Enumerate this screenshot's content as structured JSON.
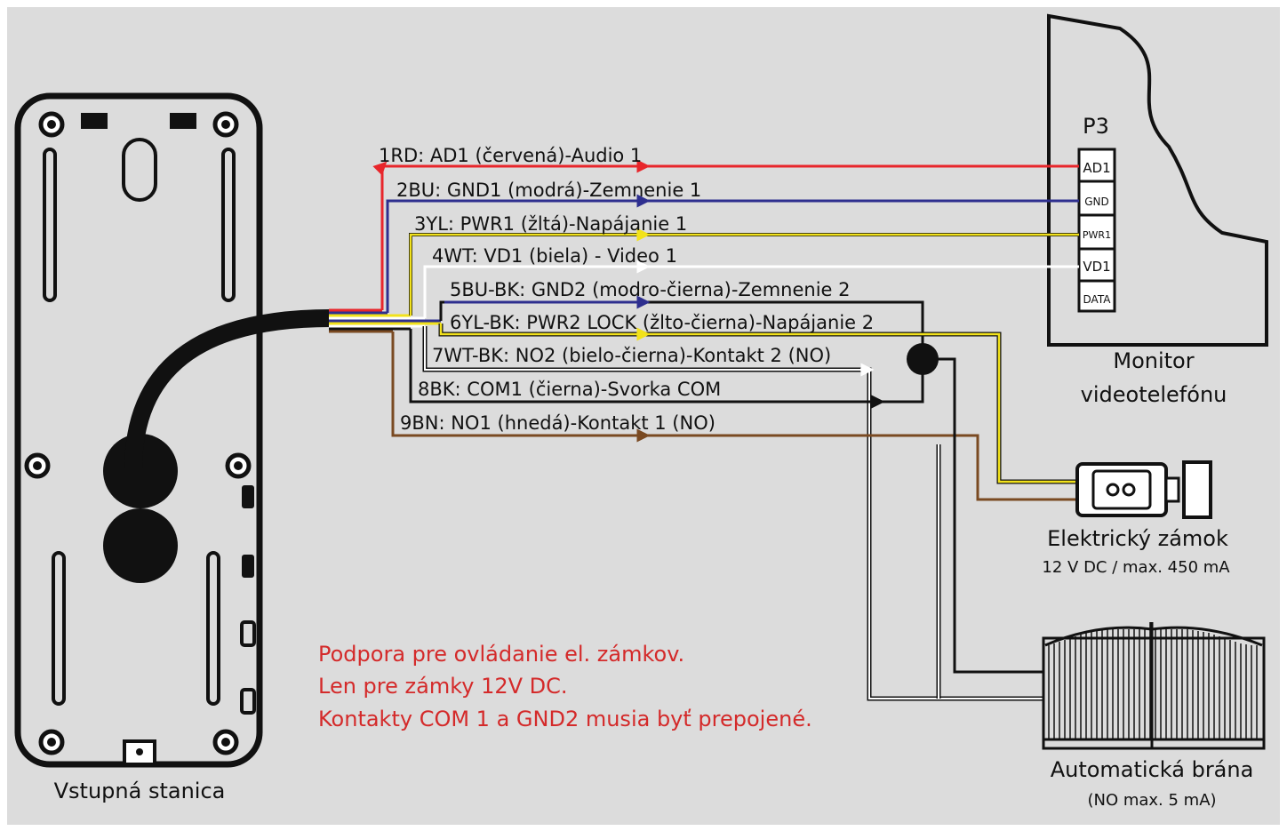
{
  "wires": [
    {
      "label": "1RD: AD1 (červená)-Audio 1",
      "color": "#e8262b"
    },
    {
      "label": "2BU: GND1 (modrá)-Zemnenie 1",
      "color": "#2e2f8f"
    },
    {
      "label": "3YL: PWR1 (žltá)-Napájanie 1",
      "color": "#f2e21b"
    },
    {
      "label": "4WT: VD1 (biela) - Video 1",
      "color": "#ffffff"
    },
    {
      "label": "5BU-BK: GND2 (modro-čierna)-Zemnenie 2",
      "color": "#2e2f8f"
    },
    {
      "label": "6YL-BK: PWR2 LOCK (žlto-čierna)-Napájanie 2",
      "color": "#f2e21b"
    },
    {
      "label": "7WT-BK: NO2 (bielo-čierna)-Kontakt 2 (NO)",
      "color": "#ffffff"
    },
    {
      "label": "8BK: COM1 (čierna)-Svorka COM",
      "color": "#111111"
    },
    {
      "label": "9BN: NO1 (hnedá)-Kontakt 1 (NO)",
      "color": "#7a4a22"
    }
  ],
  "monitor": {
    "connector": "P3",
    "pins": [
      "AD1",
      "GND",
      "PWR1",
      "VD1",
      "DATA"
    ],
    "caption_line1": "Monitor",
    "caption_line2": "videotelefónu"
  },
  "door_station": {
    "caption": "Vstupná stanica"
  },
  "lock": {
    "caption": "Elektrický zámok",
    "spec": "12 V DC / max. 450 mA"
  },
  "gate": {
    "caption": "Automatická brána",
    "spec": "(NO max. 5 mA)"
  },
  "notes": [
    "Podpora pre ovládanie el. zámkov.",
    "Len pre zámky 12V DC.",
    "Kontakty COM 1 a GND2 musia byť prepojené."
  ],
  "colors": {
    "background": "#dcdcdc",
    "note": "#d42a2a"
  }
}
